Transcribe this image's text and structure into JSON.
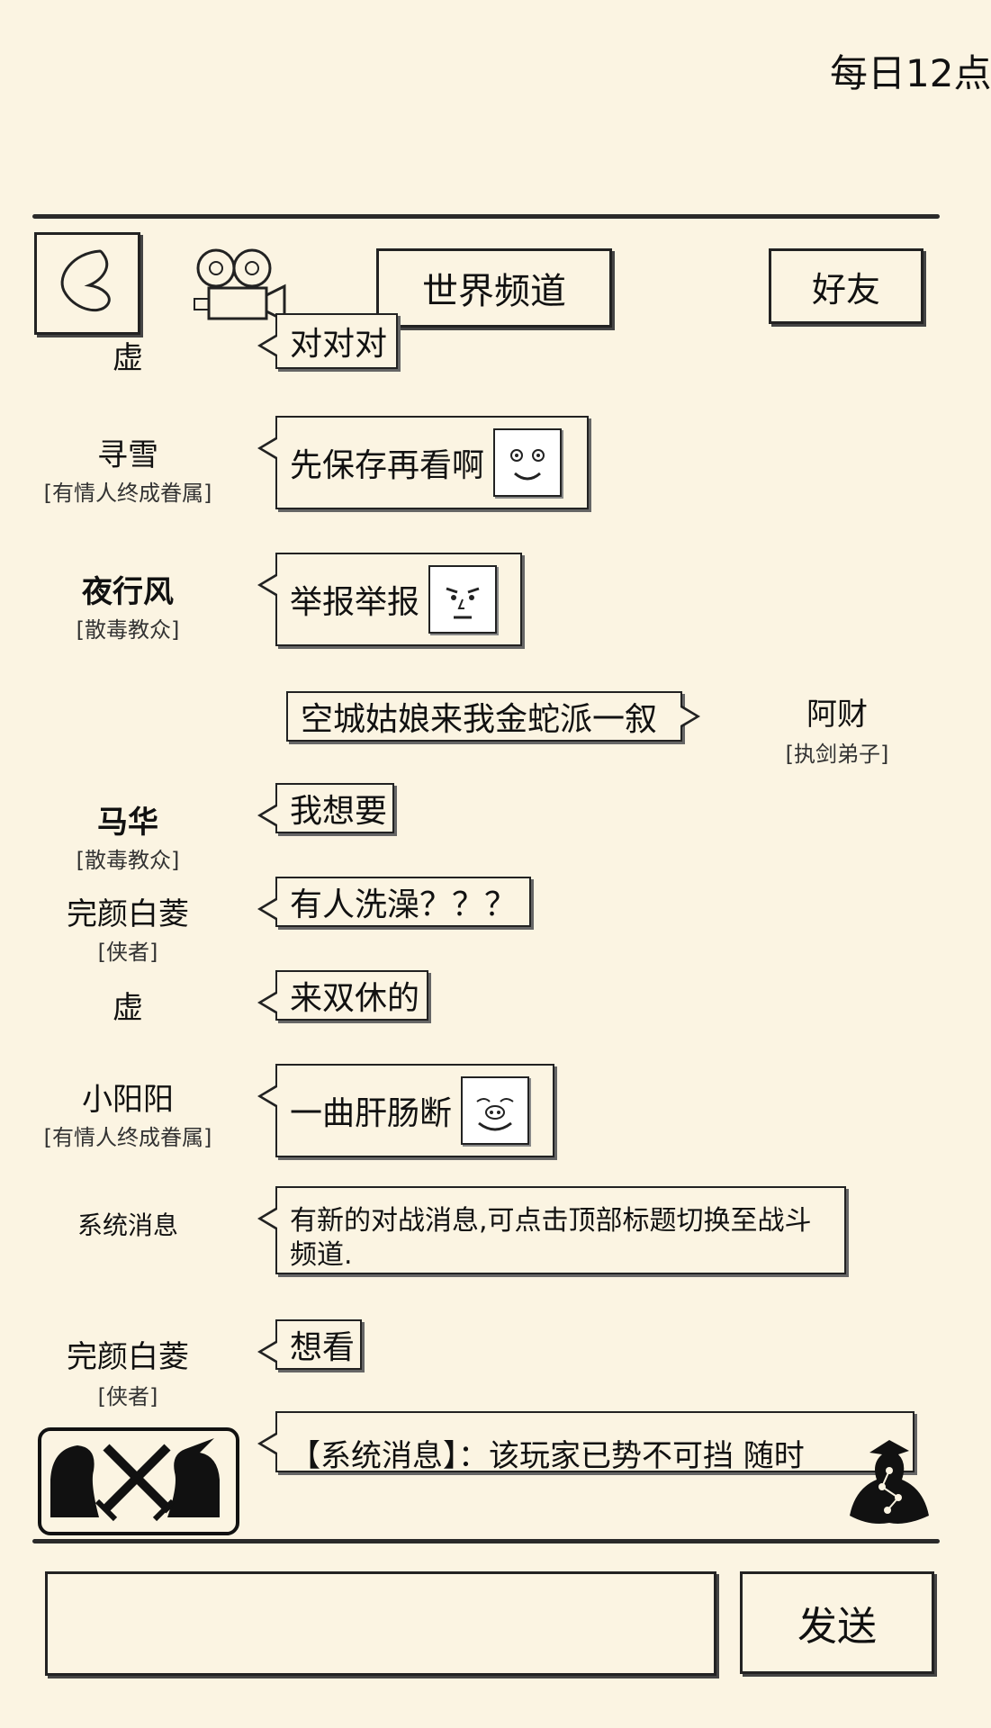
{
  "top_banner": "每日12点",
  "header": {
    "back_icon": "back-icon",
    "camera_icon": "movie-camera-icon",
    "channel_title": "世界频道",
    "friends_label": "好友"
  },
  "messages": [
    {
      "name": "虚",
      "title": "",
      "text": "对对对",
      "side": "left",
      "bold": false
    },
    {
      "name": "寻雪",
      "title": "[有情人终成眷属]",
      "text": "先保存再看啊",
      "side": "left",
      "emoji": "smug-face-emoji",
      "bold": false
    },
    {
      "name": "夜行风",
      "title": "[散毒教众]",
      "text": "举报举报",
      "side": "left",
      "emoji": "stare-face-emoji",
      "bold": true
    },
    {
      "name": "阿财",
      "title": "[执剑弟子]",
      "text": "空城姑娘来我金蛇派一叙",
      "side": "right",
      "bold": false
    },
    {
      "name": "马华",
      "title": "[散毒教众]",
      "text": "我想要",
      "side": "left",
      "bold": true
    },
    {
      "name": "完颜白菱",
      "title": "[侠者]",
      "text": "有人洗澡？？？",
      "side": "left",
      "bold": false
    },
    {
      "name": "虚",
      "title": "",
      "text": "来双休的",
      "side": "left",
      "bold": false
    },
    {
      "name": "小阳阳",
      "title": "[有情人终成眷属]",
      "text": "一曲肝肠断",
      "side": "left",
      "emoji": "pig-face-emoji",
      "bold": false
    },
    {
      "name": "系统消息",
      "title": "",
      "text": "有新的对战消息,可点击顶部标题切换至战斗频道.",
      "side": "left",
      "bold": false
    },
    {
      "name": "完颜白菱",
      "title": "[侠者]",
      "text": "想看",
      "side": "left",
      "bold": false
    },
    {
      "name": "",
      "title": "",
      "text": "【系统消息】：该玩家已势不可挡 随时",
      "side": "left",
      "bold": false
    }
  ],
  "footer": {
    "battle_icon": "crossed-swords-battle-icon",
    "meditate_icon": "meditation-icon",
    "input_value": "",
    "send_label": "发送"
  }
}
